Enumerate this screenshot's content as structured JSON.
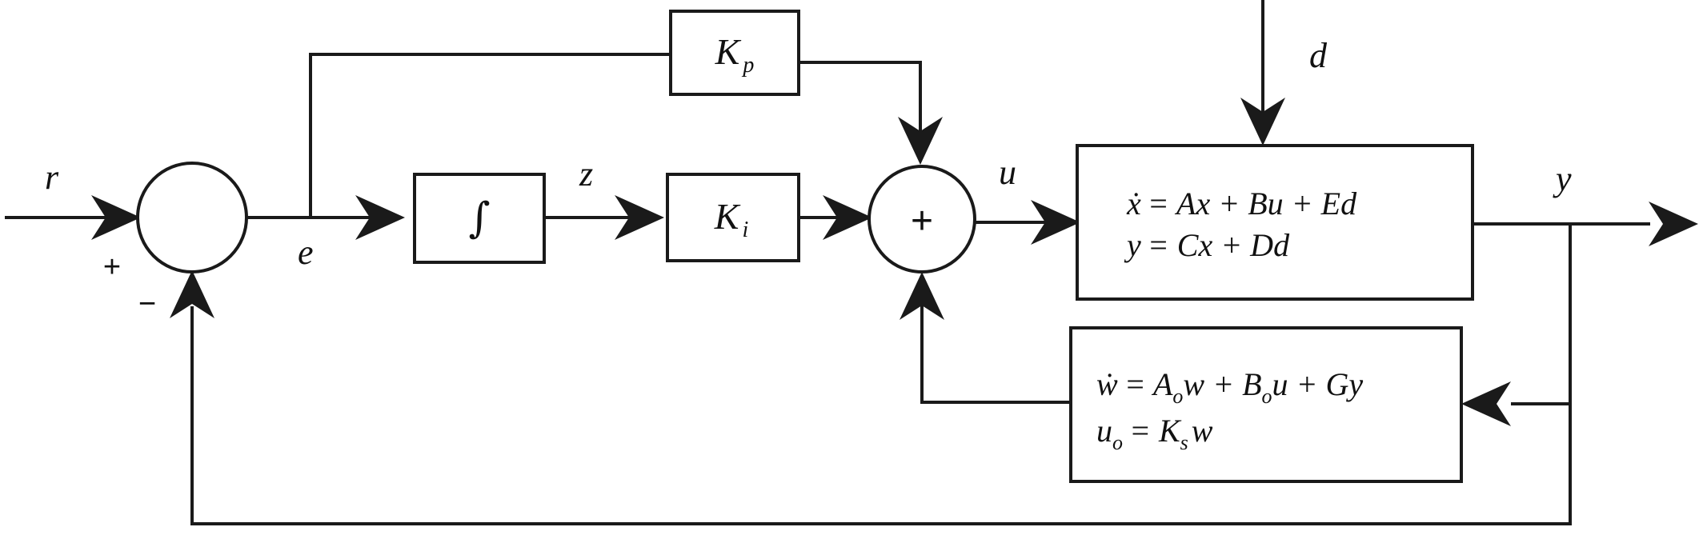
{
  "signals": {
    "r": "r",
    "e": "e",
    "z": "z",
    "u": "u",
    "y": "y",
    "d": "d"
  },
  "signs": {
    "plus": "+",
    "minus": "−",
    "summer2_plus": "+"
  },
  "blocks": {
    "integrator": "∫",
    "kp": {
      "main": "K",
      "sub": "p"
    },
    "ki": {
      "main": "K",
      "sub": "i"
    }
  },
  "plant": {
    "eq1": {
      "lhs": "ẋ",
      "rhs": "= Ax + Bu + Ed"
    },
    "eq2": {
      "lhs": "y",
      "rhs": "= Cx + Dd"
    }
  },
  "observer": {
    "eq1": {
      "lhs": "ẇ",
      "eq": "= A",
      "a_sub": "o",
      "mid": "w + B",
      "b_sub": "o",
      "tail": "u + Gy"
    },
    "eq2": {
      "lhs": "u",
      "lhs_sub": "o",
      "eq": "= K",
      "k_sub": "s",
      "tail": "w"
    }
  }
}
